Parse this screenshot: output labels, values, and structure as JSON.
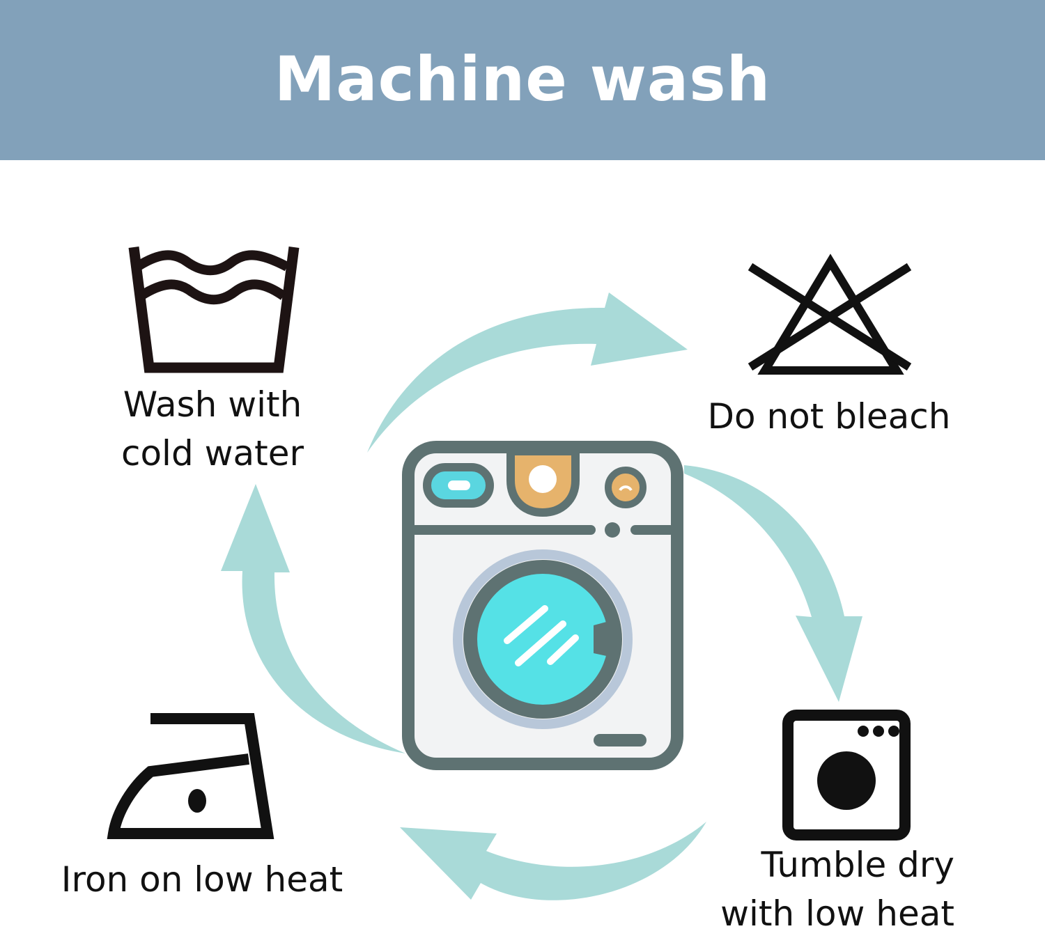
{
  "header": {
    "title": "Machine wash"
  },
  "symbols": {
    "wash": {
      "line1": "Wash with",
      "line2": "cold water",
      "icon": "wash-tub-icon"
    },
    "bleach": {
      "label": "Do not bleach",
      "icon": "crossed-triangle-icon"
    },
    "tumble": {
      "line1": "Tumble dry",
      "line2": "with low heat",
      "icon": "tumble-dryer-icon"
    },
    "iron": {
      "label": "Iron on low heat",
      "icon": "iron-one-dot-icon"
    }
  },
  "colors": {
    "header_bg": "#82a1ba",
    "arrow": "#a9dad8",
    "machine_outline": "#5e7272",
    "machine_body": "#f2f3f4",
    "drum": "#55e1e6",
    "panel_button": "#5ad6e0",
    "detergent_tab": "#e6b36c",
    "symbol_ink": "#111111"
  }
}
